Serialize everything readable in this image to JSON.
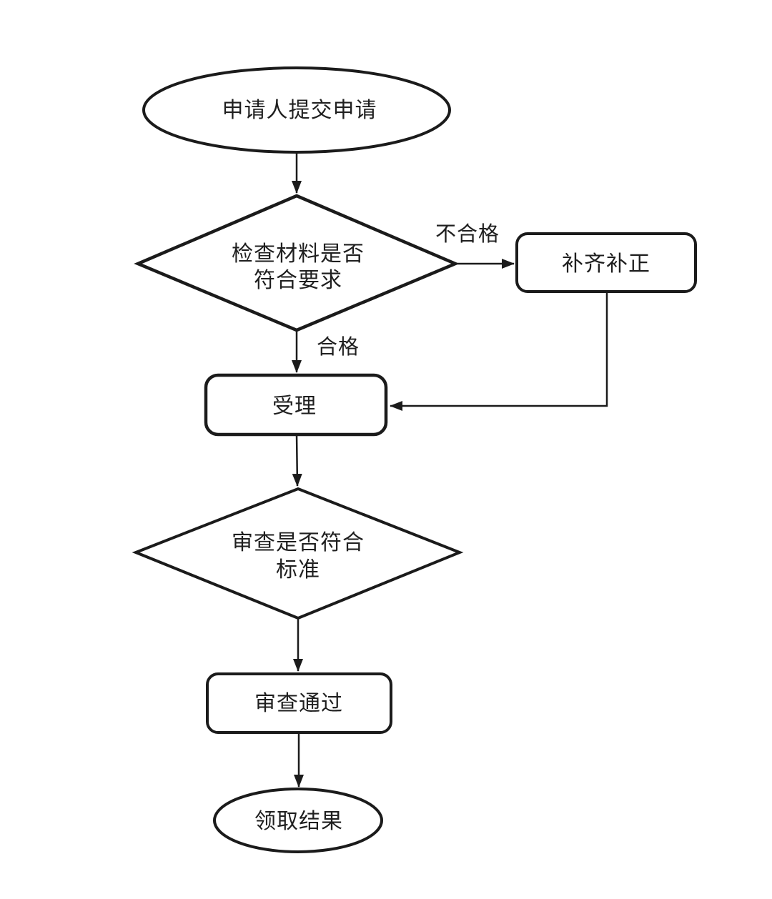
{
  "diagram": {
    "type": "flowchart",
    "colors": {
      "background": "#ffffff",
      "stroke": "#1b1b1b",
      "text": "#1f1f1f"
    },
    "nodes": [
      {
        "id": "start",
        "type": "terminator-ellipse",
        "label": "申请人提交申请"
      },
      {
        "id": "check-materials",
        "type": "decision-diamond",
        "label": "检查材料是否符合要求",
        "lines": [
          "检查材料是否",
          "符合要求"
        ]
      },
      {
        "id": "supplement",
        "type": "process-box",
        "label": "补齐补正"
      },
      {
        "id": "accept",
        "type": "process-box",
        "label": "受理"
      },
      {
        "id": "review",
        "type": "decision-diamond",
        "label": "审查是否符合标准",
        "lines": [
          "审查是否符合",
          "标准"
        ]
      },
      {
        "id": "review-passed",
        "type": "process-box",
        "label": "审查通过"
      },
      {
        "id": "end",
        "type": "terminator-ellipse",
        "label": "领取结果"
      }
    ],
    "edges": [
      {
        "from": "start",
        "to": "check-materials",
        "label": ""
      },
      {
        "from": "check-materials",
        "to": "supplement",
        "label": "不合格"
      },
      {
        "from": "check-materials",
        "to": "accept",
        "label": "合格"
      },
      {
        "from": "supplement",
        "to": "accept",
        "label": ""
      },
      {
        "from": "accept",
        "to": "review",
        "label": ""
      },
      {
        "from": "review",
        "to": "review-passed",
        "label": ""
      },
      {
        "from": "review-passed",
        "to": "end",
        "label": ""
      }
    ]
  }
}
